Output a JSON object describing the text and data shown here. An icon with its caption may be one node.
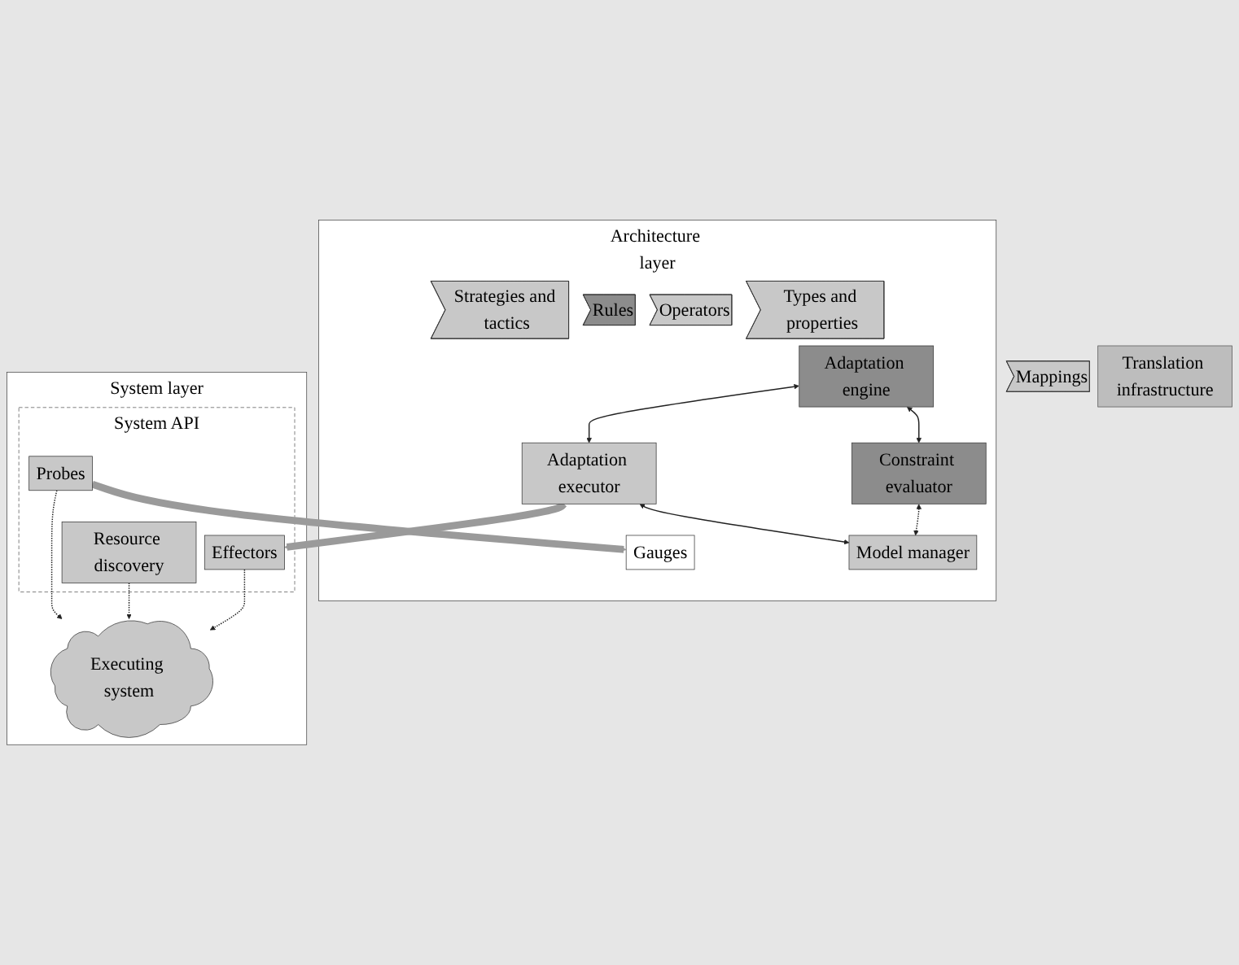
{
  "diagram": {
    "nodes": [
      {
        "text": [
          "Architecture layer"
        ]
      },
      {
        "text": [
          "Strategies and tactics"
        ],
        "in": 0
      },
      {
        "text": [
          "Adaptation engine"
        ],
        "in": 0
      },
      {
        "text": [
          "Constraint evaluator"
        ],
        "in": 0
      },
      {
        "text": [
          "Rules"
        ],
        "in": 0
      },
      {
        "text": [
          "Operators"
        ],
        "in": 0
      },
      {
        "text": [
          "Adaptation executor"
        ],
        "in": 0
      },
      {
        "text": [
          "Model manager"
        ],
        "in": 0
      },
      {
        "text": [
          "Types and properties"
        ],
        "in": 0
      },
      {
        "text": [
          "Gauges"
        ],
        "in": 0
      },
      {
        "text": [
          "Mappings"
        ]
      },
      {
        "text": [
          "Translation infrastructure"
        ]
      },
      {
        "text": [
          "System layer"
        ]
      },
      {
        "text": [
          "System API"
        ],
        "in": 12
      },
      {
        "text": [
          "Effectors"
        ],
        "in": 13
      },
      {
        "text": [
          "Resource discovery"
        ],
        "in": 13
      },
      {
        "text": [
          "Probes"
        ],
        "in": 13
      },
      {
        "text": [
          "Executing system"
        ],
        "in": 12
      }
    ],
    "edges": [
      {
        "from": 2,
        "to": 3,
        "arrow": "both"
      },
      {
        "from": 2,
        "to": 6,
        "arrow": "both"
      },
      {
        "from": 3,
        "to": 7,
        "arrow": "both",
        "style": "dashed"
      },
      {
        "from": 6,
        "to": 7,
        "arrow": "both"
      },
      {
        "from": 6,
        "to": 14,
        "arrow": "to",
        "style": "thick",
        "color": "#9a9a9a"
      },
      {
        "from": 16,
        "to": 9,
        "arrow": "to",
        "style": "thick",
        "color": "#9a9a9a"
      },
      {
        "from": 14,
        "to": 17,
        "arrow": "to",
        "style": "dashed"
      },
      {
        "from": 15,
        "to": 17,
        "arrow": "to",
        "style": "dashed"
      },
      {
        "from": 16,
        "to": 17,
        "arrow": "to",
        "style": "dashed"
      }
    ]
  }
}
